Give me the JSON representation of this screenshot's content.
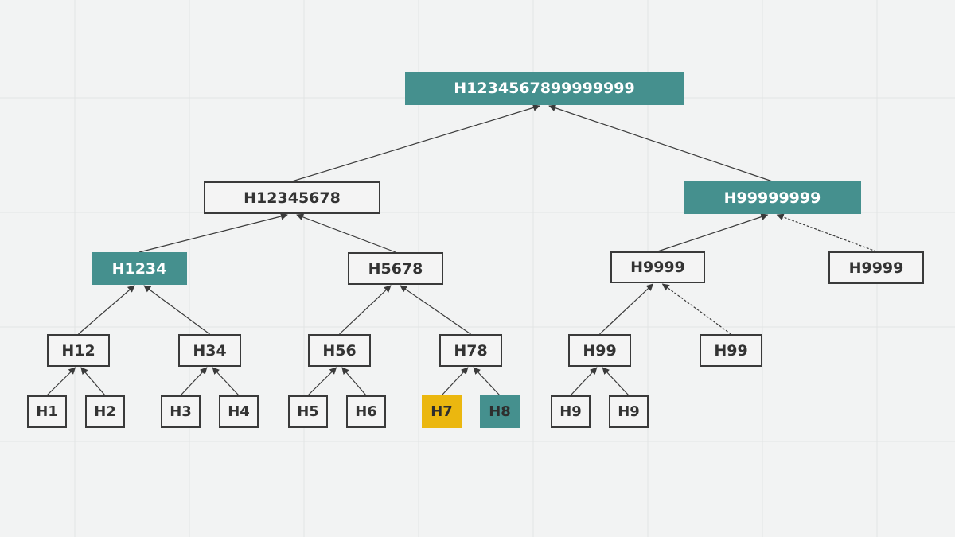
{
  "colors": {
    "teal": "#45908e",
    "yellow": "#ebb70f",
    "edge": "#3a3a3a",
    "background": "#f2f3f3",
    "grid": "#e2e4e4"
  },
  "nodes": {
    "root": "H1234567899999999",
    "h12345678": "H12345678",
    "h99999999": "H99999999",
    "h1234": "H1234",
    "h5678": "H5678",
    "h9999_a": "H9999",
    "h9999_b": "H9999",
    "h12": "H12",
    "h34": "H34",
    "h56": "H56",
    "h78": "H78",
    "h99_a": "H99",
    "h99_b": "H99",
    "h1": "H1",
    "h2": "H2",
    "h3": "H3",
    "h4": "H4",
    "h5": "H5",
    "h6": "H6",
    "h7": "H7",
    "h8": "H8",
    "h9_a": "H9",
    "h9_b": "H9"
  },
  "highlights": {
    "teal": [
      "root",
      "h99999999",
      "h1234",
      "h8"
    ],
    "yellow": [
      "h7"
    ]
  },
  "edges": [
    {
      "from": "h12345678",
      "to": "root",
      "style": "solid"
    },
    {
      "from": "h99999999",
      "to": "root",
      "style": "solid"
    },
    {
      "from": "h1234",
      "to": "h12345678",
      "style": "solid"
    },
    {
      "from": "h5678",
      "to": "h12345678",
      "style": "solid"
    },
    {
      "from": "h9999_a",
      "to": "h99999999",
      "style": "solid"
    },
    {
      "from": "h9999_b",
      "to": "h99999999",
      "style": "dashed"
    },
    {
      "from": "h12",
      "to": "h1234",
      "style": "solid"
    },
    {
      "from": "h34",
      "to": "h1234",
      "style": "solid"
    },
    {
      "from": "h56",
      "to": "h5678",
      "style": "solid"
    },
    {
      "from": "h78",
      "to": "h5678",
      "style": "solid"
    },
    {
      "from": "h99_a",
      "to": "h9999_a",
      "style": "solid"
    },
    {
      "from": "h99_b",
      "to": "h9999_a",
      "style": "dashed"
    },
    {
      "from": "h1",
      "to": "h12",
      "style": "solid"
    },
    {
      "from": "h2",
      "to": "h12",
      "style": "solid"
    },
    {
      "from": "h3",
      "to": "h34",
      "style": "solid"
    },
    {
      "from": "h4",
      "to": "h34",
      "style": "solid"
    },
    {
      "from": "h5",
      "to": "h56",
      "style": "solid"
    },
    {
      "from": "h6",
      "to": "h56",
      "style": "solid"
    },
    {
      "from": "h7",
      "to": "h78",
      "style": "solid"
    },
    {
      "from": "h8",
      "to": "h78",
      "style": "solid"
    },
    {
      "from": "h9_a",
      "to": "h99_a",
      "style": "solid"
    },
    {
      "from": "h9_b",
      "to": "h99_a",
      "style": "solid"
    }
  ]
}
